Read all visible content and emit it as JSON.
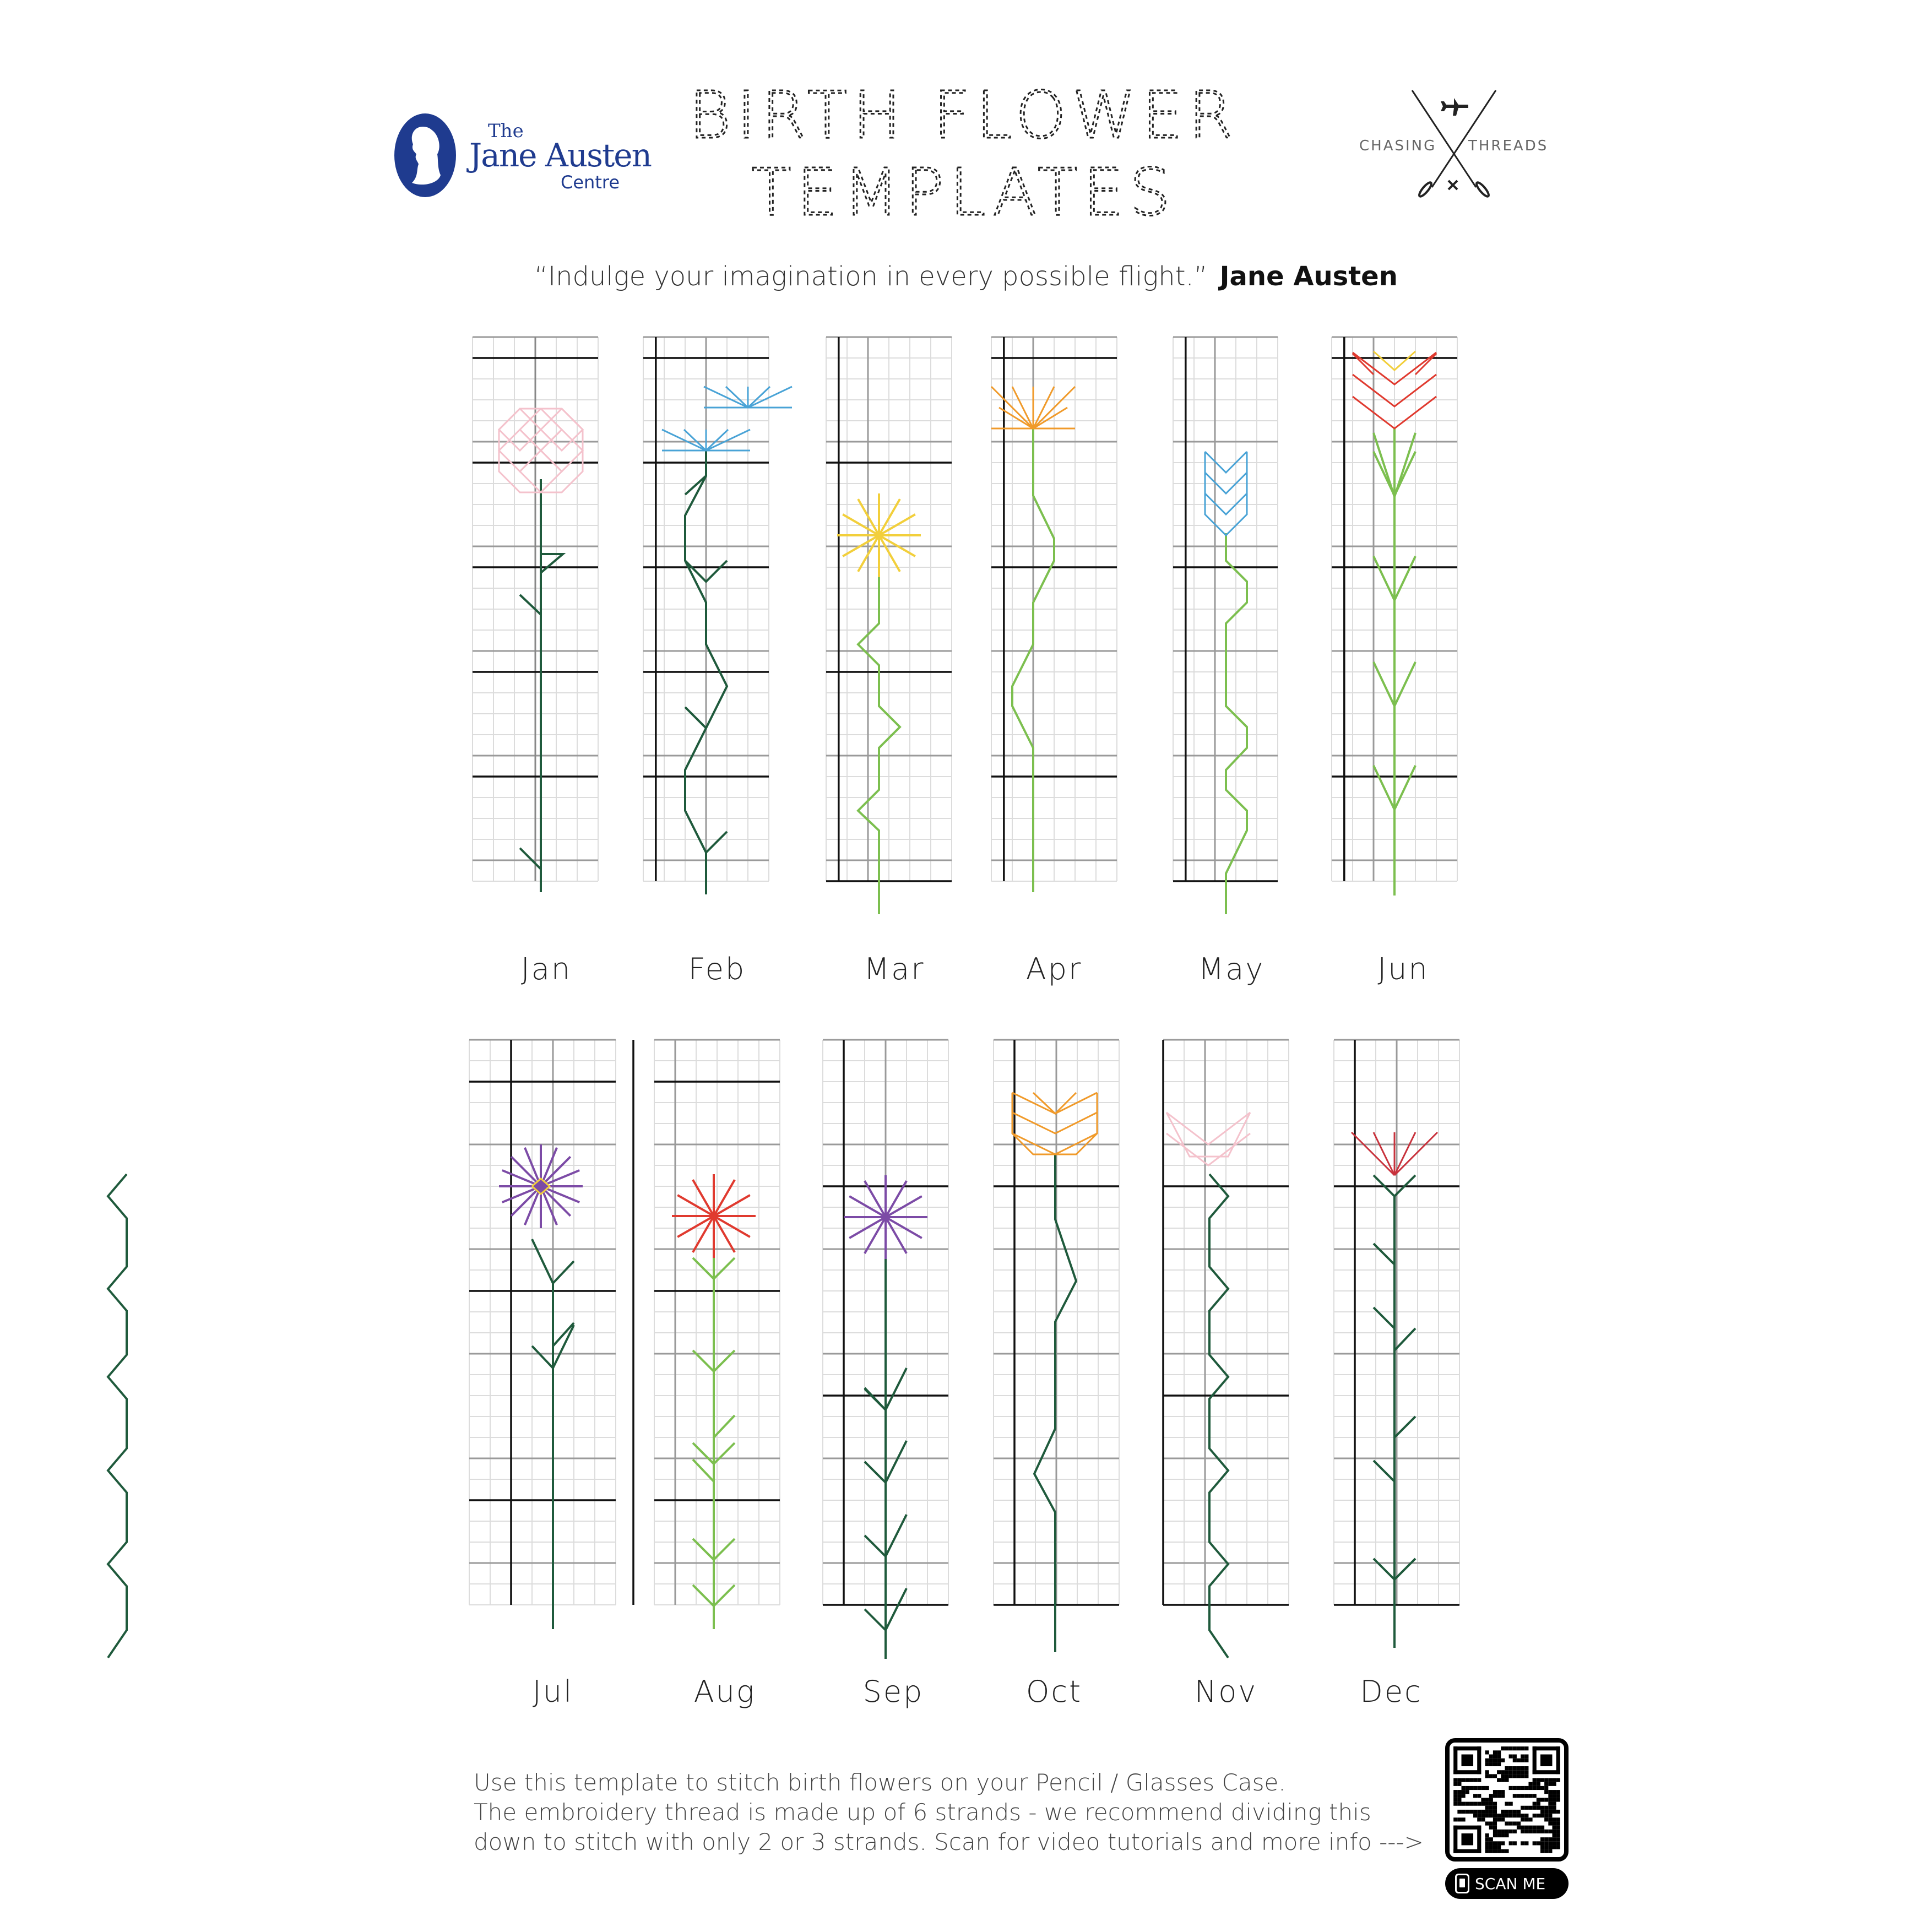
{
  "logo_left": {
    "line1": "The",
    "line2": "Jane Austen",
    "line3": "Centre"
  },
  "title": {
    "line1": "BIRTH FLOWER",
    "line2": "TEMPLATES"
  },
  "logo_right": {
    "left_word": "CHASING",
    "right_word": "THREADS"
  },
  "quote": {
    "text": "“Indulge your imagination in every possible flight.”",
    "author": "Jane Austen"
  },
  "months": [
    "Jan",
    "Feb",
    "Mar",
    "Apr",
    "May",
    "Jun",
    "Jul",
    "Aug",
    "Sep",
    "Oct",
    "Nov",
    "Dec"
  ],
  "instructions": [
    "Use this template to stitch birth flowers on your Pencil / Glasses Case.",
    "The embroidery thread is made up of 6 strands - we recommend dividing this",
    "down to stitch with only 2 or 3 strands. Scan for video tutorials and more info --->"
  ],
  "qr": {
    "label": "SCAN ME"
  },
  "colors": {
    "navy": "#1f3b8f",
    "dark_green": "#1f5a3c",
    "light_green": "#7cbf4f",
    "pink": "#f4c2cc",
    "blue": "#49a3d6",
    "yellow": "#f2cf3b",
    "orange": "#f09a2a",
    "red": "#e03a2f",
    "purple": "#7c4ba6",
    "crimson": "#c8323c"
  }
}
